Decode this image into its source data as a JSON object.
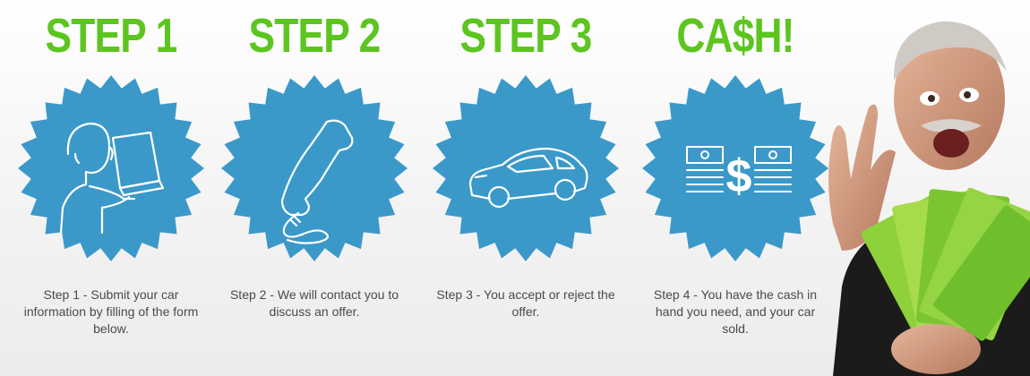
{
  "steps": [
    {
      "title": "STEP 1",
      "icon": "person-laptop-icon",
      "desc": "Step 1 - Submit your car information by filling of the form below."
    },
    {
      "title": "STEP 2",
      "icon": "telephone-icon",
      "desc": "Step 2 - We will contact you to discuss an offer."
    },
    {
      "title": "STEP 3",
      "icon": "car-icon",
      "desc": "Step 3 - You accept or reject the offer."
    },
    {
      "title": "CA$H!",
      "icon": "cash-stack-icon",
      "desc": "Step 4 - You have the cash in hand you need, and your car sold."
    }
  ],
  "colors": {
    "title_green": "#5cc51f",
    "badge_blue": "#3a99c9",
    "text_gray": "#4a4a4a"
  }
}
